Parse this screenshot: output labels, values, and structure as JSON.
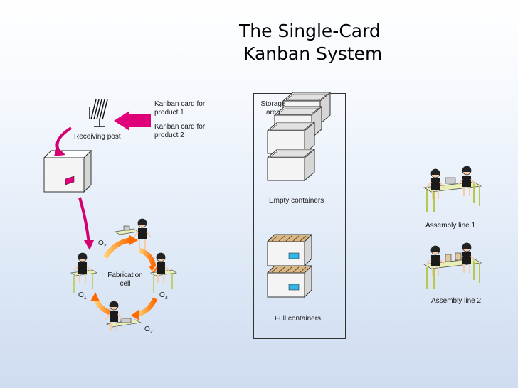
{
  "title": {
    "line1": "The Single-Card",
    "line2": "Kanban System"
  },
  "labels": {
    "receiving_post": "Receiving post",
    "kanban_card_1_line1": "Kanban card for",
    "kanban_card_1_line2": "product 1",
    "kanban_card_2_line1": "Kanban card for",
    "kanban_card_2_line2": "product 2",
    "storage_area_line1": "Storage",
    "storage_area_line2": "area",
    "empty_containers": "Empty containers",
    "full_containers": "Full containers",
    "assembly_line_1": "Assembly line 1",
    "assembly_line_2": "Assembly line 2",
    "fabrication_cell_line1": "Fabrication",
    "fabrication_cell_line2": "cell",
    "operator_o": "O",
    "o1_sub": "1",
    "o2_top_sub": "2",
    "o3_sub": "3",
    "o2_bottom_sub": "2"
  },
  "colors": {
    "card_product_1": "#e0007a",
    "card_product_2": "#33b5e8",
    "arrow_magenta": "#d4006f",
    "cycle_arrow_start": "#ff6a00",
    "cycle_arrow_end": "#ffd27a",
    "container_fill": "#f2f2f2",
    "bench_top": "#e8f0b8",
    "bench_leg": "#b8c84a",
    "worker_skin": "#f6cba8"
  },
  "icons": [
    "mailbox-post-icon",
    "container-icon",
    "worker-icon",
    "workbench-icon",
    "cycle-arrow-icon"
  ]
}
